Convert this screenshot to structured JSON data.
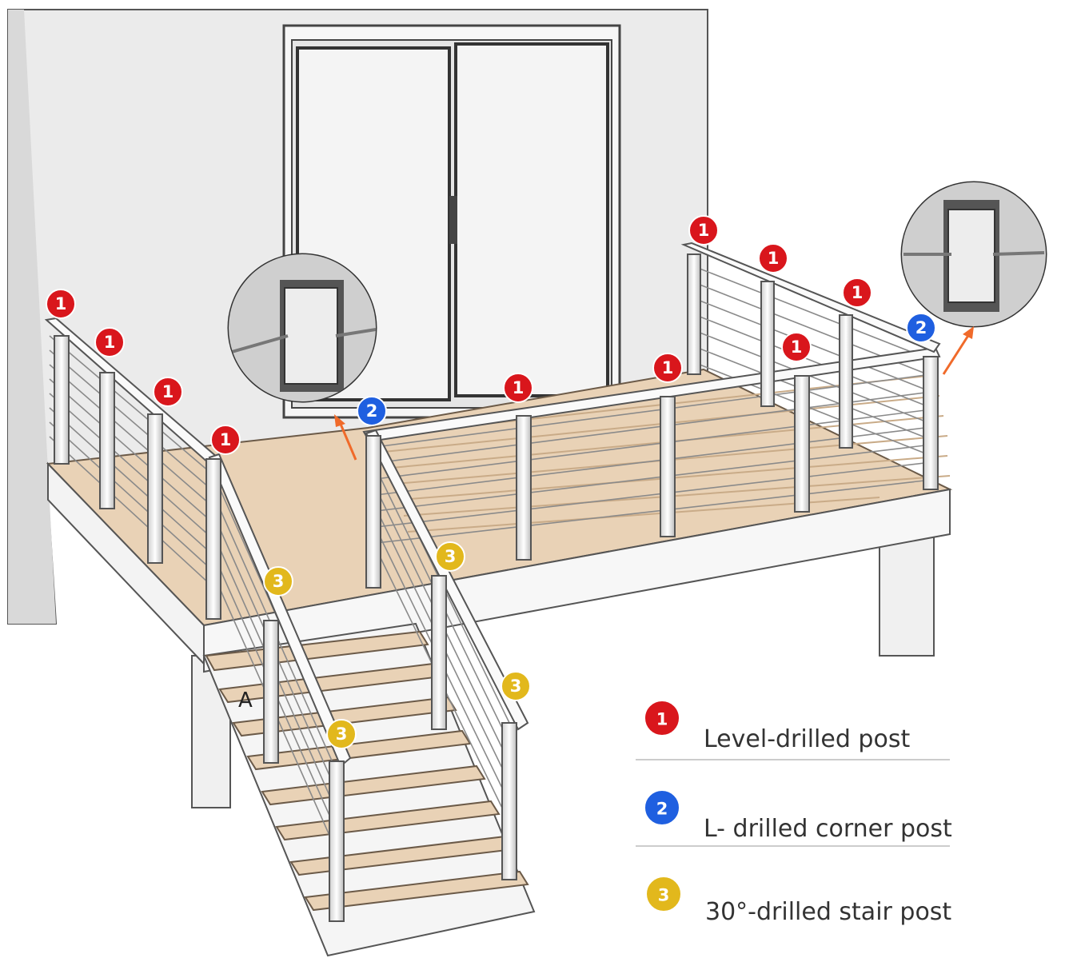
{
  "colors": {
    "level_post": "#d9161c",
    "corner_post": "#1f5fe0",
    "stair_post": "#e2b81c",
    "deck": "#e9d2b6",
    "wall": "#e9e9e9",
    "arrow": "#f06a2a"
  },
  "badges": [
    {
      "type": "level",
      "number": "1"
    },
    {
      "type": "level",
      "number": "1"
    },
    {
      "type": "level",
      "number": "1"
    },
    {
      "type": "level",
      "number": "1"
    },
    {
      "type": "level",
      "number": "1"
    },
    {
      "type": "level",
      "number": "1"
    },
    {
      "type": "level",
      "number": "1"
    },
    {
      "type": "level",
      "number": "1"
    },
    {
      "type": "level",
      "number": "1"
    },
    {
      "type": "level",
      "number": "1"
    },
    {
      "type": "corner",
      "number": "2"
    },
    {
      "type": "corner",
      "number": "2"
    },
    {
      "type": "stair",
      "number": "3"
    },
    {
      "type": "stair",
      "number": "3"
    },
    {
      "type": "stair",
      "number": "3"
    },
    {
      "type": "stair",
      "number": "3"
    }
  ],
  "stair_label": "A",
  "legend": [
    {
      "type": "level",
      "number": "1",
      "label": "Level-drilled post"
    },
    {
      "type": "corner",
      "number": "2",
      "label": "L- drilled corner post"
    },
    {
      "type": "stair",
      "number": "3",
      "label": "30°-drilled stair post"
    }
  ]
}
